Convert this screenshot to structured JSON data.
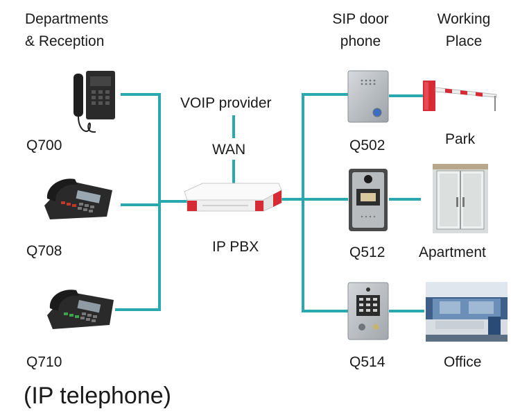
{
  "headers": {
    "departments": "Departments\n& Reception",
    "sip_door_phone": "SIP door\nphone",
    "working_place": "Working\nPlace"
  },
  "center": {
    "voip_provider": "VOIP provider",
    "wan": "WAN",
    "ip_pbx": "IP PBX"
  },
  "phones": [
    {
      "label": "Q700"
    },
    {
      "label": "Q708"
    },
    {
      "label": "Q710"
    }
  ],
  "door_phones": [
    {
      "label": "Q502"
    },
    {
      "label": "Q512"
    },
    {
      "label": "Q514"
    }
  ],
  "places": [
    {
      "label": "Park"
    },
    {
      "label": "Apartment"
    },
    {
      "label": "Office"
    }
  ],
  "footer": "(IP telephone)",
  "colors": {
    "connector": "#2aa8b0",
    "pbx_body": "#f2f2f2",
    "pbx_accent": "#d62b35",
    "door_metal": "#b9bec3"
  }
}
